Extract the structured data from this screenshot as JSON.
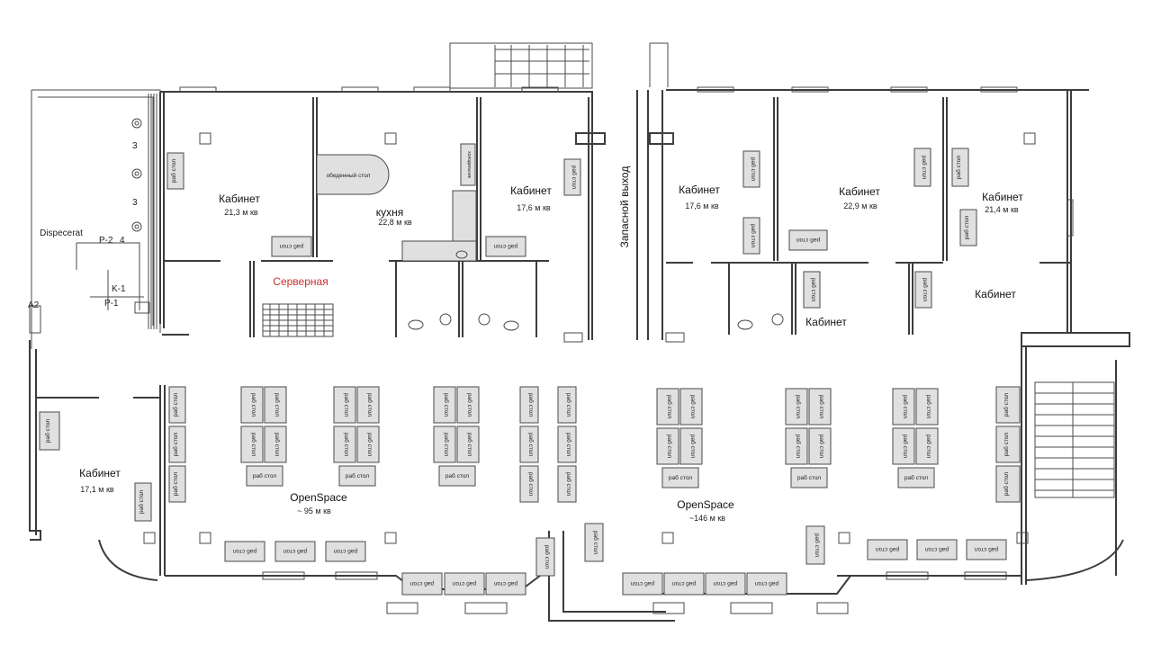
{
  "labels": {
    "rooms": [
      {
        "name": "Кабинет",
        "area": "21,3 м кв"
      },
      {
        "name": "кухня",
        "area": "22,8 м кв"
      },
      {
        "name": "Кабинет",
        "area": "17,6 м кв"
      },
      {
        "name": "Кабинет",
        "area": "17,6 м кв"
      },
      {
        "name": "Кабинет",
        "area": "22,9 м кв"
      },
      {
        "name": "Кабинет",
        "area": "21,4 м кв"
      },
      {
        "name": "Кабинет",
        "area": "17,1 м кв"
      },
      {
        "name": "OpenSpace",
        "area": "~ 95 м кв"
      },
      {
        "name": "OpenSpace",
        "area": "~146 м кв"
      }
    ],
    "server": "Серверная",
    "small_office_1": "Кабинет",
    "small_office_2": "Кабинет",
    "emergency_exit": "Запасной выход",
    "dispatcher": "Dispecerat",
    "dining_table": "обеденный стол",
    "fridge": "холодильник",
    "desk": "раб стол",
    "pipe_labels": {
      "p2": "P-2",
      "k1": "K-1",
      "p1": "P-1",
      "a2": "A2",
      "n4": "4",
      "n3a": "3",
      "n3b": "3"
    }
  }
}
